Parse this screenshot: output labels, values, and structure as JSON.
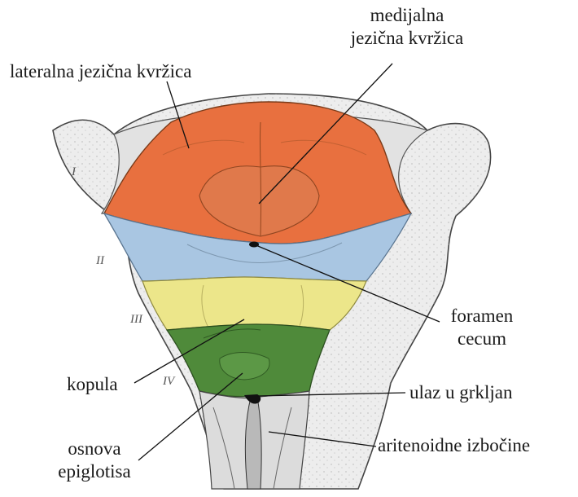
{
  "labels": {
    "lateral_swelling": "lateralna jezična kvržica",
    "medial_swelling_1": "medijalna",
    "medial_swelling_2": "jezična kvržica",
    "foramen_1": "foramen",
    "foramen_2": "cecum",
    "copula": "kopula",
    "larynx_entrance": "ulaz u grkljan",
    "epiglottis_1": "osnova",
    "epiglottis_2": "epiglotisa",
    "arytenoid": "aritenoidne izbočine"
  },
  "arches": [
    "I",
    "II",
    "III",
    "IV"
  ],
  "colors": {
    "arch1": "#e8703f",
    "arch2": "#a9c6e2",
    "arch3": "#ece68a",
    "arch4": "#4f8a3a",
    "wall": "#ececec",
    "leader": "#111111"
  }
}
